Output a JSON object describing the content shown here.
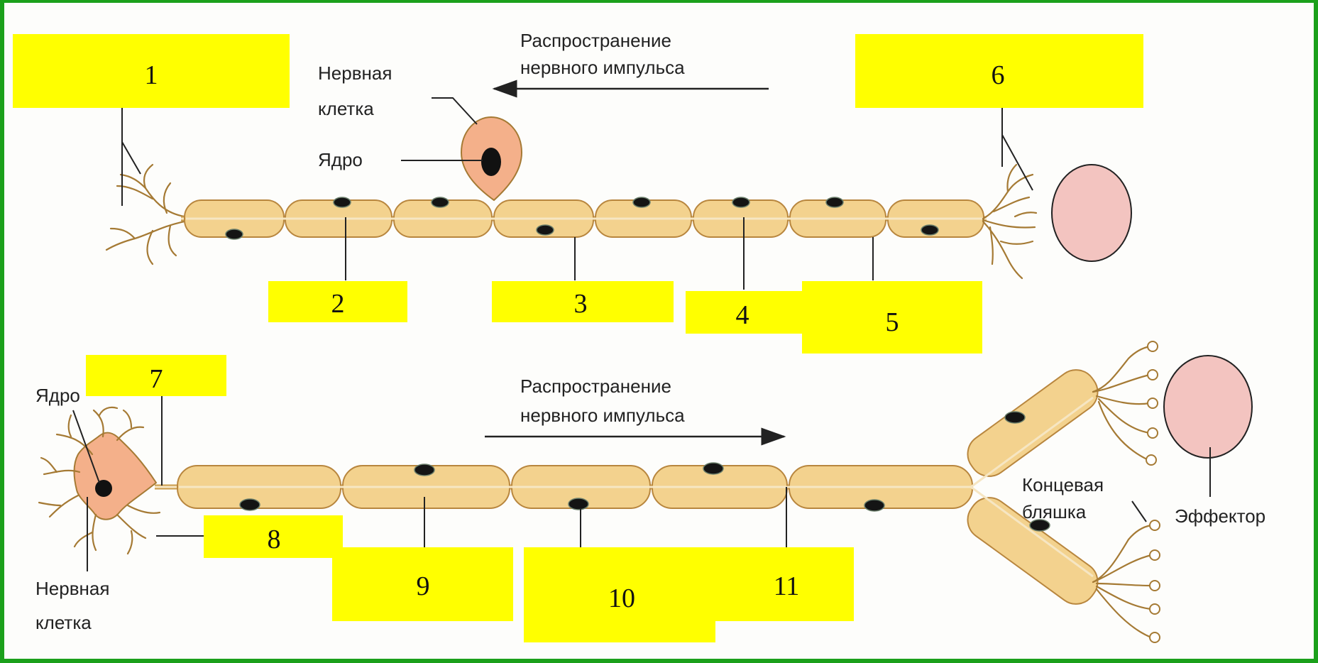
{
  "colors": {
    "frame": "#1ba01b",
    "panel": "#fdfdfb",
    "label_box": "#ffff00",
    "myelin_segment": "#f3d28e",
    "cell_body": "#f4b08a",
    "effector": "#f3c4c0"
  },
  "top_neuron": {
    "direction_label_line1": "Распространение",
    "direction_label_line2": "нервного импульса",
    "cell_label_line1": "Нервная",
    "cell_label_line2": "клетка",
    "nucleus_label": "Ядро"
  },
  "bottom_neuron": {
    "nucleus_label": "Ядро",
    "cell_label_line1": "Нервная",
    "cell_label_line2": "клетка",
    "direction_label_line1": "Распространение",
    "direction_label_line2": "нервного импульса",
    "endplate_label_line1": "Концевая",
    "endplate_label_line2": "бляшка",
    "effector_label": "Эффектор"
  },
  "label_boxes": [
    "1",
    "2",
    "3",
    "4",
    "5",
    "6",
    "7",
    "8",
    "9",
    "10",
    "11"
  ]
}
